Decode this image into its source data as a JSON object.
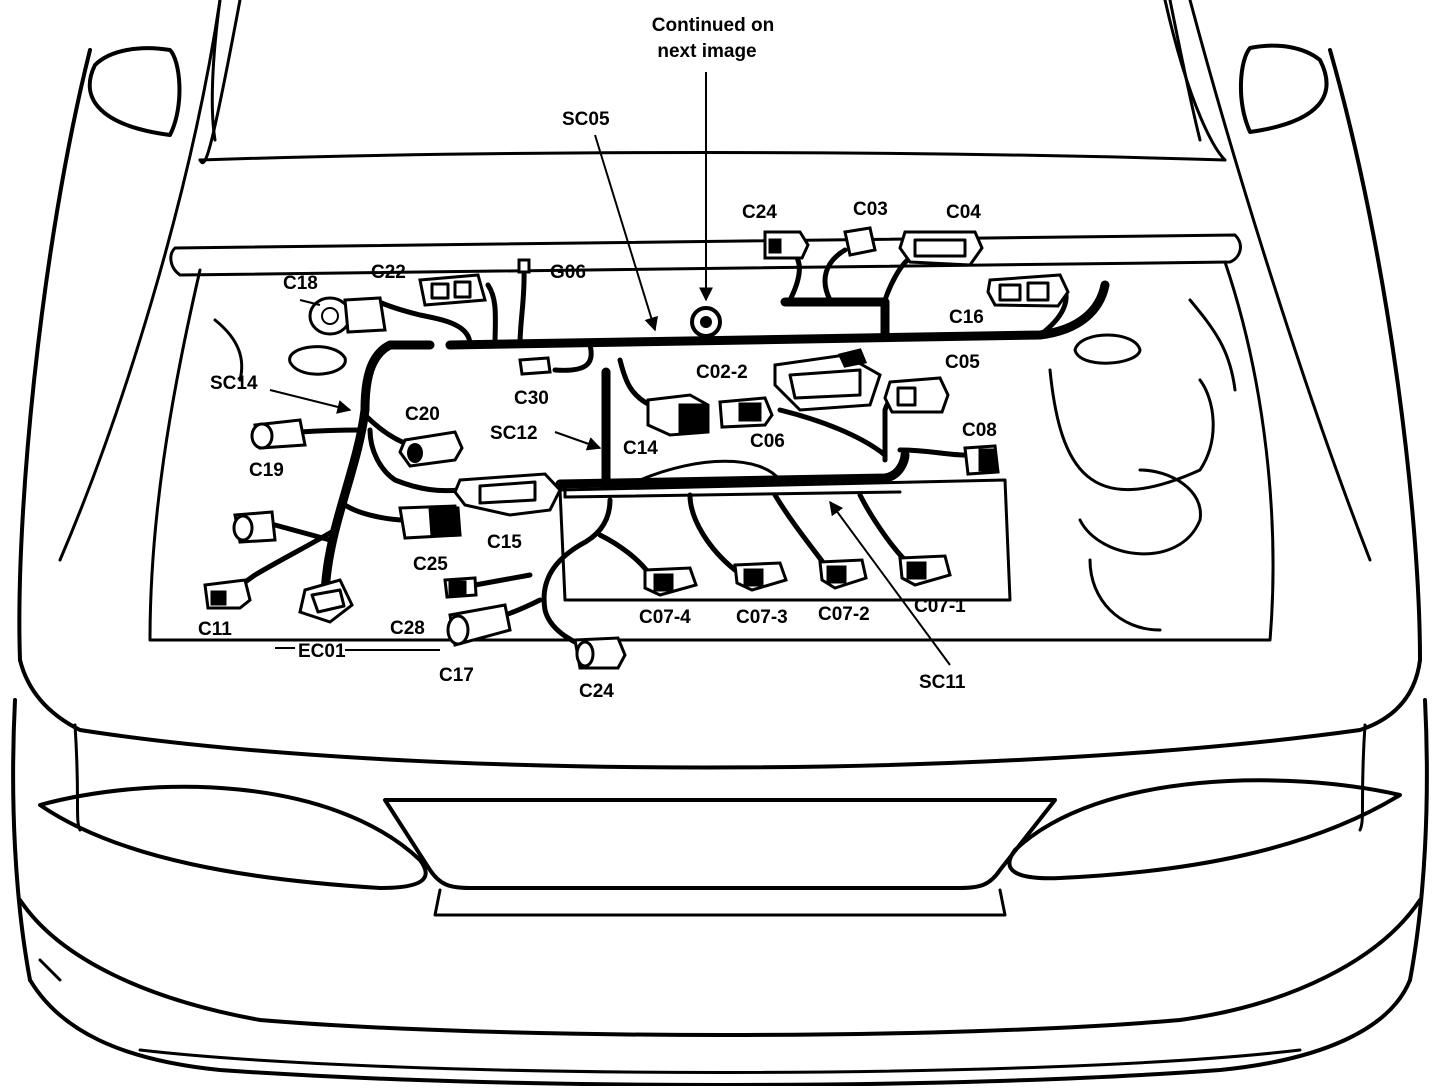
{
  "continued_note": {
    "line1": "Continued on",
    "line2": "next image"
  },
  "labels": {
    "sc05": "SC05",
    "c24_top": "C24",
    "c03": "C03",
    "c04": "C04",
    "c18": "C18",
    "c22": "C22",
    "g06": "G06",
    "c16": "C16",
    "c02_2": "C02-2",
    "c05": "C05",
    "c30": "C30",
    "sc14": "SC14",
    "c20": "C20",
    "sc12": "SC12",
    "c14": "C14",
    "c06": "C06",
    "c08": "C08",
    "c19": "C19",
    "c15": "C15",
    "c25": "C25",
    "c11": "C11",
    "ec01": "EC01",
    "c28": "C28",
    "c17": "C17",
    "c07_4": "C07-4",
    "c07_3": "C07-3",
    "c07_2": "C07-2",
    "c07_1": "C07-1",
    "c24_bottom": "C24",
    "sc11": "SC11"
  },
  "colors": {
    "line": "#000000",
    "background": "#ffffff"
  }
}
